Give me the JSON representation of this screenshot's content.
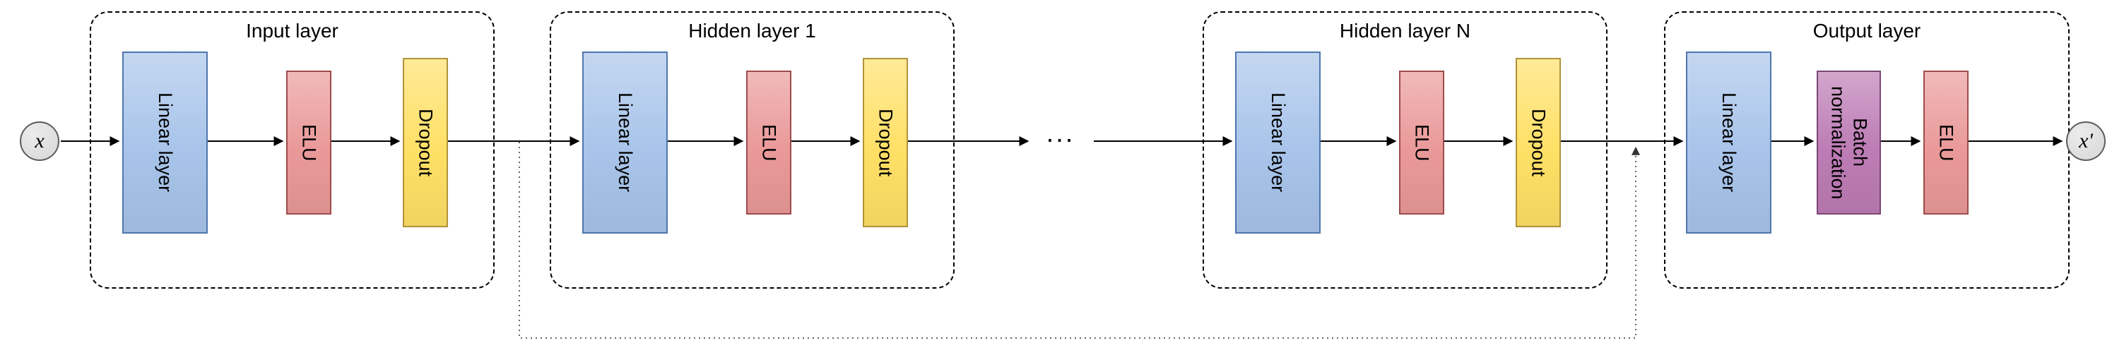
{
  "diagram": {
    "nodes": {
      "input": "x",
      "output": "x'"
    },
    "ellipsis": "...",
    "colors": {
      "linear_fill": "#a8c4ea",
      "linear_stroke": "#4f76ad",
      "elu_fill": "#ea9999",
      "elu_stroke": "#9e4b4b",
      "dropout_fill": "#ffe066",
      "dropout_stroke": "#b09339",
      "batchnorm_fill": "#bd7cb5",
      "batchnorm_stroke": "#7c4878",
      "node_fill": "#d6d6d6",
      "node_stroke": "#5c5c5c",
      "arrow": "#000000",
      "skip_line": "#333333"
    },
    "layers": [
      {
        "title": "Input layer",
        "blocks": [
          {
            "label": "Linear layer"
          },
          {
            "label": "ELU"
          },
          {
            "label": "Dropout"
          }
        ]
      },
      {
        "title": "Hidden layer 1",
        "blocks": [
          {
            "label": "Linear layer"
          },
          {
            "label": "ELU"
          },
          {
            "label": "Dropout"
          }
        ]
      },
      {
        "title": "Hidden layer N",
        "blocks": [
          {
            "label": "Linear layer"
          },
          {
            "label": "ELU"
          },
          {
            "label": "Dropout"
          }
        ]
      },
      {
        "title": "Output layer",
        "blocks": [
          {
            "label": "Linear layer"
          },
          {
            "label": "Batch normalization"
          },
          {
            "label": "ELU"
          }
        ]
      }
    ]
  }
}
